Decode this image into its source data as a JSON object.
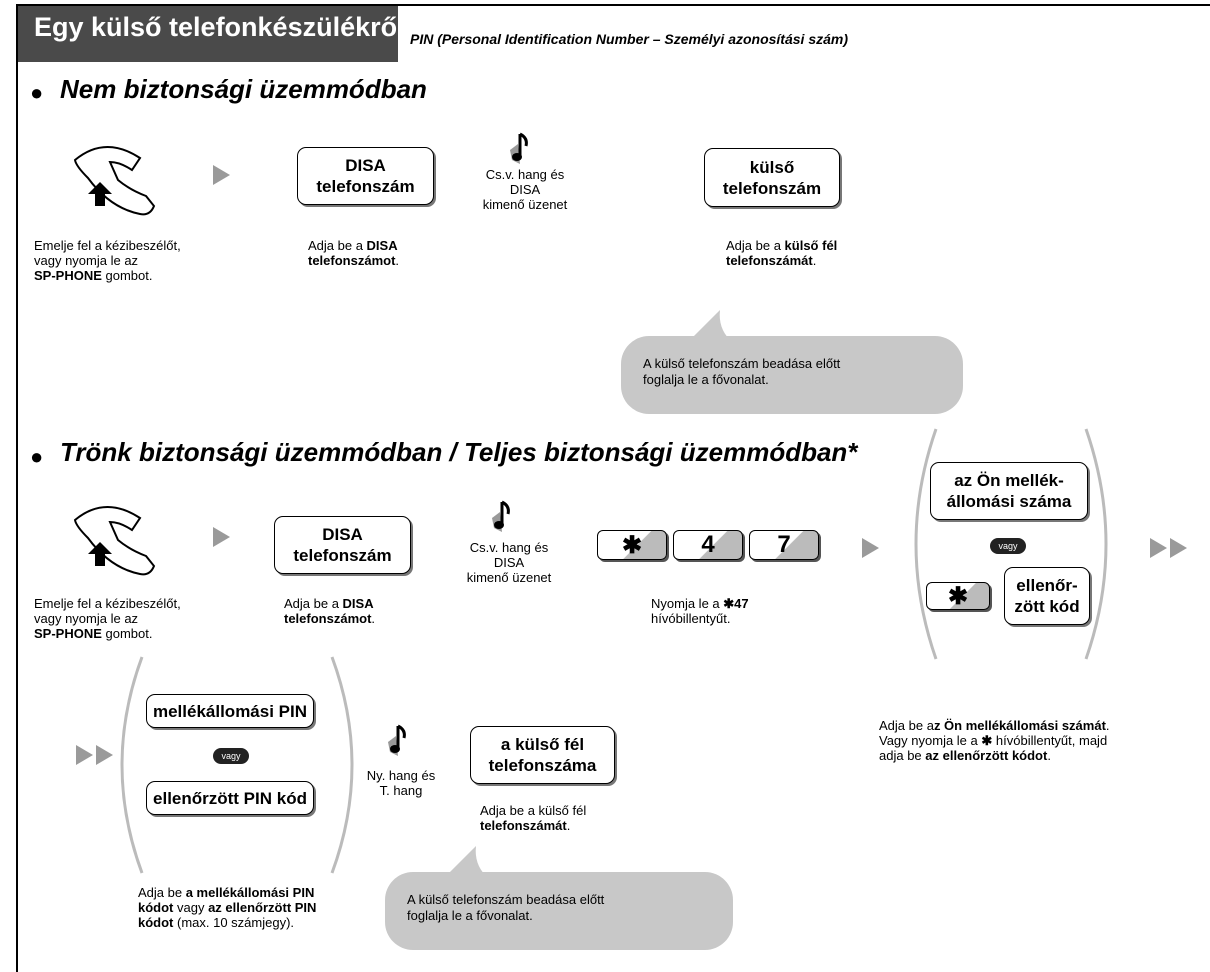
{
  "header": {
    "title": "Egy külső telefonkészülékről",
    "subtitle": "PIN (Personal Identification Number – Személyi azonosítási szám)"
  },
  "section1": {
    "title": "Nem biztonsági üzemmódban",
    "bullet": "●",
    "step1_caption": [
      "Emelje fel a kézibeszélőt,",
      "vagy nyomja le az",
      "SP-PHONE",
      " gombot."
    ],
    "disa_box": [
      "DISA",
      "telefonszám"
    ],
    "step2_caption": [
      "Adja be a ",
      "DISA",
      "telefonszámot",
      "."
    ],
    "tone": [
      "Cs.v. hang és DISA",
      "kimenő üzenet"
    ],
    "ext_box": [
      "külső",
      "telefonszám"
    ],
    "step3_caption": [
      "Adja be a ",
      "külső fél",
      "telefonszámát",
      "."
    ],
    "note": [
      "A külső telefonszám beadása előtt",
      "foglalja le a fővonalat."
    ]
  },
  "section2": {
    "title": "Trönk biztonsági üzemmódban / Teljes biztonsági üzemmódban*",
    "bullet": "●",
    "step1_caption": [
      "Emelje fel a kézibeszélőt,",
      "vagy nyomja le az",
      "SP-PHONE",
      " gombot."
    ],
    "disa_box": [
      "DISA",
      "telefonszám"
    ],
    "step2_caption": [
      "Adja be a ",
      "DISA",
      "telefonszámot",
      "."
    ],
    "tone": [
      "Cs.v. hang és DISA",
      "kimenő üzenet"
    ],
    "keys": [
      "✱",
      "4",
      "7"
    ],
    "keys_caption": [
      "Nyomja le a ",
      "✱47",
      "hívóbillentyűt."
    ],
    "ext_own_box": [
      "az Ön mellék-",
      "állomási száma"
    ],
    "vagy": "vagy",
    "star_key": "✱",
    "verified_box": [
      "ellenőr-",
      "zött kód"
    ],
    "choice_caption": [
      "Adja be a",
      "z Ön mellékállomási számát",
      ".",
      "Vagy nyomja le a ",
      "✱",
      " hívóbillentyűt, majd",
      "adja be ",
      "az ellenőrzött kódot",
      "."
    ],
    "pin_box": "mellékállomási PIN",
    "verified_pin_box": "ellenőrzött PIN kód",
    "pin_caption": [
      "Adja be ",
      "a mellékállomási PIN",
      "kódot",
      " vagy ",
      "az ellenőrzött PIN",
      "kódot",
      " (max. 10 számjegy)."
    ],
    "tone2": [
      "Ny. hang és",
      "T. hang"
    ],
    "outside_box": [
      "a külső fél",
      "telefonszáma"
    ],
    "outside_caption": [
      "Adja be a külső fél",
      "telefonszámát",
      "."
    ],
    "note": [
      "A külső telefonszám beadása előtt",
      "foglalja le a fővonalat."
    ]
  }
}
